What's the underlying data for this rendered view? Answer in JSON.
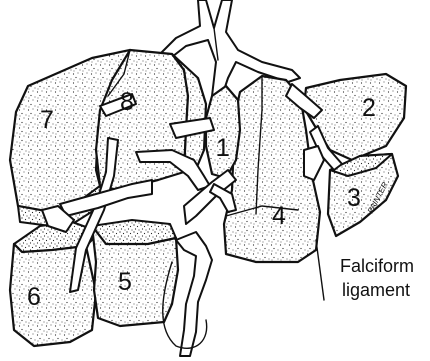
{
  "segments": {
    "s1": "1",
    "s2": "2",
    "s3": "3",
    "s4": "4",
    "s5": "5",
    "s6": "6",
    "s7": "7",
    "s8": "8"
  },
  "labels": {
    "falciform_line1": "Falciform",
    "falciform_line2": "ligament",
    "signature": "PAINTER"
  }
}
